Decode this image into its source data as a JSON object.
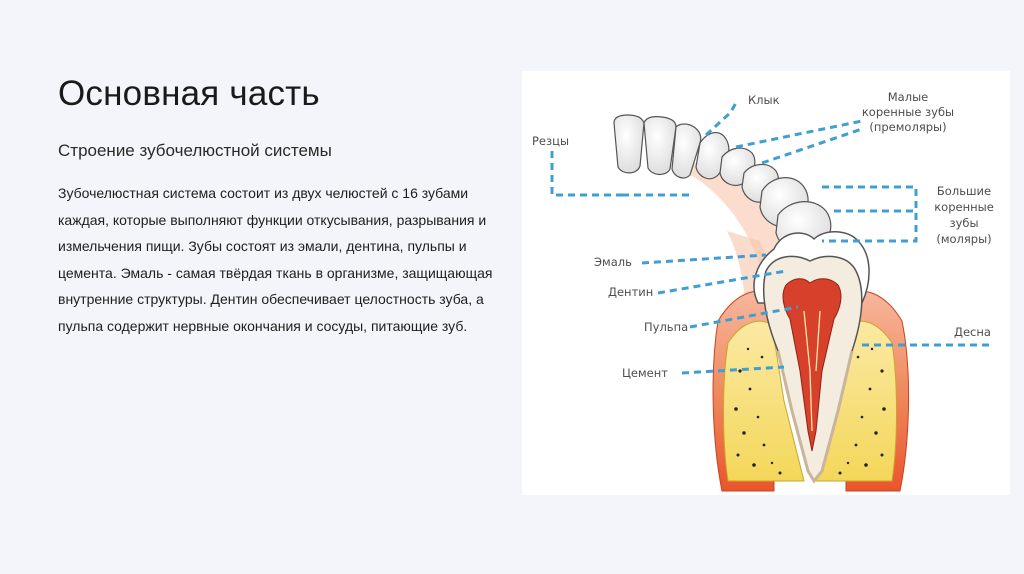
{
  "slide": {
    "title": "Основная часть",
    "subtitle": "Строение зубочелюстной системы",
    "body": "Зубочелюстная система состоит из двух челюстей с 16 зубами каждая, которые выполняют функции откусывания, разрывания и измельчения пищи. Зубы состоят из эмали, дентина, пульпы и цемента. Эмаль - самая твёрдая ткань в организме, защищающая внутренние структуры. Дентин обеспечивает целостность зуба, а пульпа содержит нервные окончания и сосуды, питающие зуб."
  },
  "diagram": {
    "labels": {
      "klyk": "Клык",
      "malye_1": "Малые",
      "malye_2": "коренные зубы",
      "malye_3": "(премоляры)",
      "rezcy": "Резцы",
      "bolshie_1": "Большие",
      "bolshie_2": "коренные",
      "bolshie_3": "зубы",
      "bolshie_4": "(моляры)",
      "emal": "Эмаль",
      "dentin": "Дентин",
      "pulpa": "Пульпа",
      "desna": "Десна",
      "cement": "Цемент"
    },
    "colors": {
      "leader": "#3f9fd4",
      "gum": "#e94f2a",
      "bone": "#f6e27a",
      "pulp": "#d7402a",
      "enamel": "#ffffff",
      "dentin": "#f3ecdf"
    }
  }
}
